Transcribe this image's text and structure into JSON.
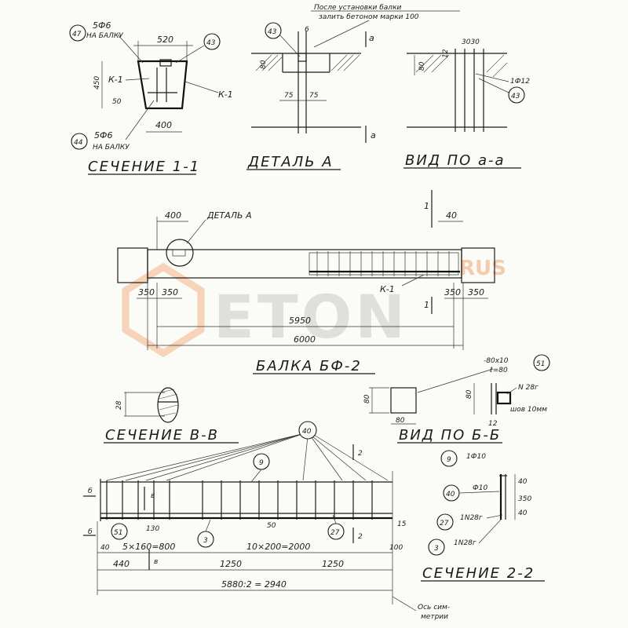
{
  "watermark": {
    "brand": "ETON",
    "sub": "RUS",
    "accent": "#f08a3c"
  },
  "section_1_1": {
    "title": "СЕЧЕНИЕ 1-1",
    "callout_top": "5Ф6",
    "callout_top_sub": "НА БАЛКУ",
    "callout_bottom": "5Ф6",
    "callout_bottom_sub": "НА БАЛКУ",
    "mark_47": "47",
    "mark_43": "43",
    "mark_44": "44",
    "dim_width_top": "520",
    "dim_height": "450",
    "dim_width_bottom": "400",
    "dim_inner": "50",
    "k1_left": "К-1",
    "k1_right": "К-1"
  },
  "detail_a": {
    "title": "ДЕТАЛЬ А",
    "note_line1": "После установки балки",
    "note_line2": "залить бетоном марки 100",
    "mark_43": "43",
    "dim_80": "80",
    "dim_75a": "75",
    "dim_75b": "75",
    "dim_6": "6",
    "cut_top": "а",
    "cut_bottom": "а"
  },
  "view_a_a": {
    "title": "ВИД ПО а-а",
    "dim_3030": "3030",
    "dim_80": "80",
    "dim_12": "12",
    "rebar": "1Ф12",
    "mark_43": "43"
  },
  "beam": {
    "title": "БАЛКА БФ-2",
    "detail_label": "ДЕТАЛЬ А",
    "dim_400_left": "400",
    "dim_400_right": "40",
    "dim_350a": "350",
    "dim_350b": "350",
    "dim_350c": "350",
    "dim_350d": "350",
    "dim_clear": "5950",
    "dim_total": "6000",
    "k1": "К-1",
    "cut_top": "1",
    "cut_bottom": "1"
  },
  "section_b_b": {
    "title": "СЕЧЕНИЕ В-В",
    "dim": "28"
  },
  "view_b_b": {
    "title": "ВИД ПО Б-Б",
    "dim_80w": "80",
    "dim_80h": "80",
    "dim_80r": "80",
    "plate": "-80х10",
    "plate_len": "ℓ=80",
    "mark_51": "51",
    "bar": "N 28г",
    "weld": "шов 10мм",
    "dim_12": "12"
  },
  "cage": {
    "mark_40": "40",
    "mark_9": "9",
    "mark_51": "51",
    "mark_3": "3",
    "mark_27": "27",
    "cut_b": "б",
    "cut_b2": "б",
    "cut_v": "в",
    "cut_v2": "в",
    "cut_2": "2",
    "cut_2b": "2",
    "dim_130": "130",
    "dim_50": "50",
    "dim_15": "15",
    "dim_40": "40",
    "dim_spacing_a": "5×160=800",
    "dim_spacing_b": "10×200=2000",
    "dim_100": "100",
    "dim_440": "440",
    "dim_1250a": "1250",
    "dim_1250b": "1250",
    "dim_half": "5880:2 = 2940",
    "axis_note_1": "Ось сим-",
    "axis_note_2": "метрии"
  },
  "section_2_2": {
    "title": "СЕЧЕНИЕ 2-2",
    "mark_9": "9",
    "bar_9": "1Ф10",
    "mark_40": "40",
    "bar_40": "Ф10",
    "mark_27": "27",
    "bar_27": "1N28г",
    "mark_3": "3",
    "bar_3": "1N28г",
    "dim_40": "40",
    "dim_350": "350",
    "dim_40b": "40"
  }
}
